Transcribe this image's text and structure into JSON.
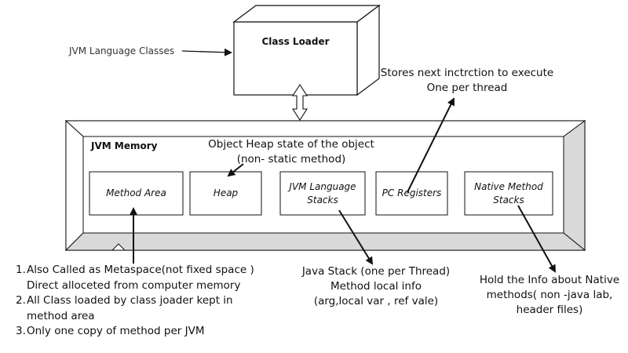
{
  "class_loader": {
    "label": "Class Loader"
  },
  "input_label": "JVM Language Classes",
  "memory": {
    "title": "JVM Memory",
    "areas": [
      {
        "label": "Method Area"
      },
      {
        "label": "Heap"
      },
      {
        "label": "JVM Language Stacks"
      },
      {
        "label": "PC Registers"
      },
      {
        "label": "Native Method Stacks"
      }
    ]
  },
  "annotations": {
    "heap_line1": "Object Heap state of the object",
    "heap_line2": "(non- static method)",
    "pc_line1": "Stores  next inctrction to execute",
    "pc_line2": "One per thread",
    "stack_line1": "Java Stack (one per Thread)",
    "stack_line2": "Method local info",
    "stack_line3": "(arg,local var , ref vale)",
    "native_line1": "Hold the Info about Native",
    "native_line2": "methods( non -java lab,",
    "native_line3": "header files)"
  },
  "method_area_notes": [
    {
      "num": "1.",
      "text": "Also Called as Metaspace(not fixed space )"
    },
    {
      "num": "",
      "text": "Direct alloceted from computer memory"
    },
    {
      "num": "2.",
      "text": "All Class loaded by class joader kept in"
    },
    {
      "num": "",
      "text": "method area"
    },
    {
      "num": "3.",
      "text": "Only one copy of method per JVM"
    }
  ]
}
